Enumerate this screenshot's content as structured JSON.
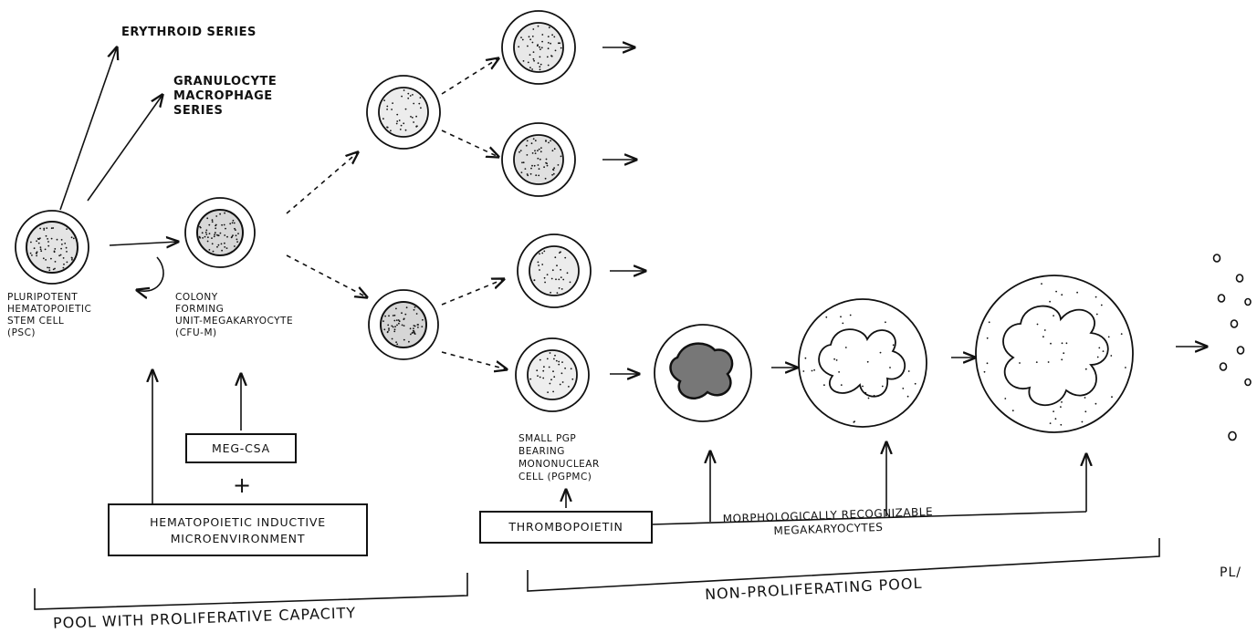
{
  "labels": {
    "erythroid": "ERYTHROID SERIES",
    "granulocyte": [
      "GRANULOCYTE",
      "MACROPHAGE",
      "SERIES"
    ],
    "psc": [
      "PLURIPOTENT",
      "HEMATOPOIETIC",
      "STEM CELL",
      "(PSC)"
    ],
    "cfu": [
      "COLONY",
      "FORMING",
      "UNIT-MEGAKARYOCYTE",
      "(CFU-M)"
    ],
    "pgpmc": [
      "SMALL PGP",
      "BEARING",
      "MONONUCLEAR",
      "CELL (PGPMC)"
    ],
    "morph": [
      "MORPHOLOGICALLY RECOGNIZABLE",
      "MEGAKARYOCYTES"
    ],
    "plus": "+",
    "platelets_partial": "PL/"
  },
  "boxes": {
    "meg_csa": "MEG-CSA",
    "hematopoietic": [
      "HEMATOPOIETIC INDUCTIVE",
      "MICROENVIRONMENT"
    ],
    "thrombopoietin": "THROMBOPOIETIN"
  },
  "pools": {
    "proliferative": "POOL WITH PROLIFERATIVE CAPACITY",
    "non_proliferating": "NON-PROLIFERATING POOL"
  },
  "colors": {
    "ink": "#111111",
    "background": "#ffffff"
  }
}
